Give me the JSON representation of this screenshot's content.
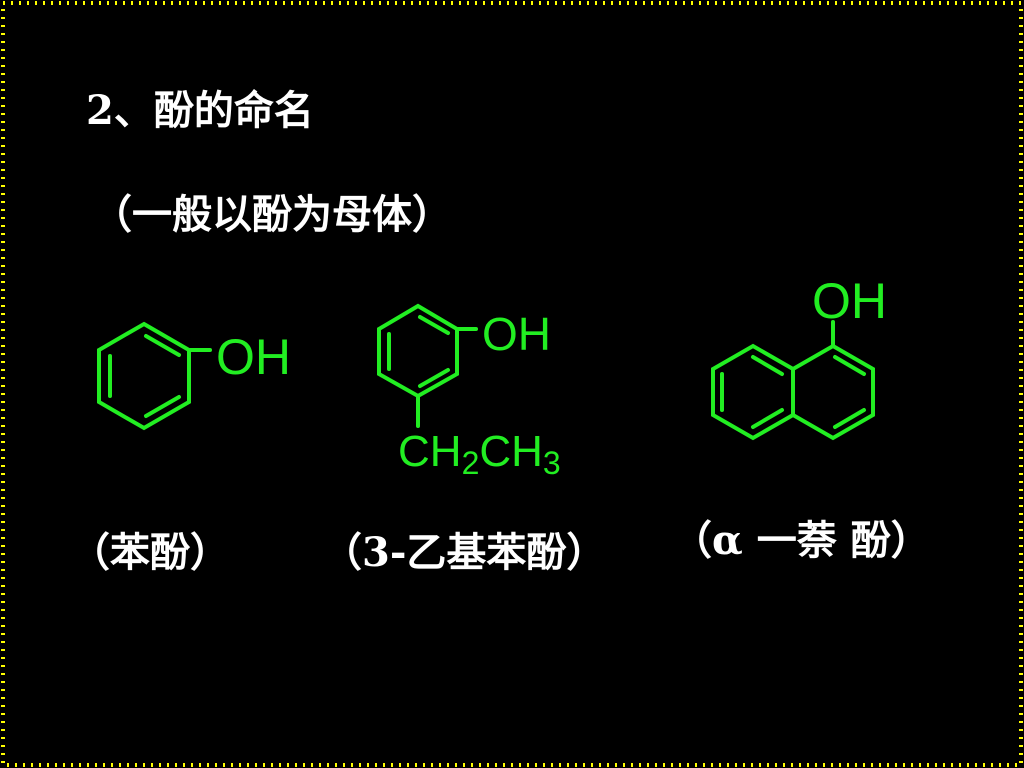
{
  "slide": {
    "heading": "2、酚的命名",
    "subheading": "（一般以酚为母体）",
    "colors": {
      "background": "#000000",
      "border_dots": "#ffff00",
      "structures": "#22ee22",
      "text": "#ffffff"
    }
  },
  "compounds": [
    {
      "name": "（苯酚）",
      "groups": {
        "oh": "OH"
      }
    },
    {
      "name": "（3-乙基苯酚）",
      "groups": {
        "oh": "OH",
        "ethyl_ch2": "CH",
        "ethyl_sub2": "2",
        "ethyl_ch3": "CH",
        "ethyl_sub3": "3"
      }
    },
    {
      "name": "（α 一萘 酚）",
      "groups": {
        "oh": "OH"
      }
    }
  ]
}
